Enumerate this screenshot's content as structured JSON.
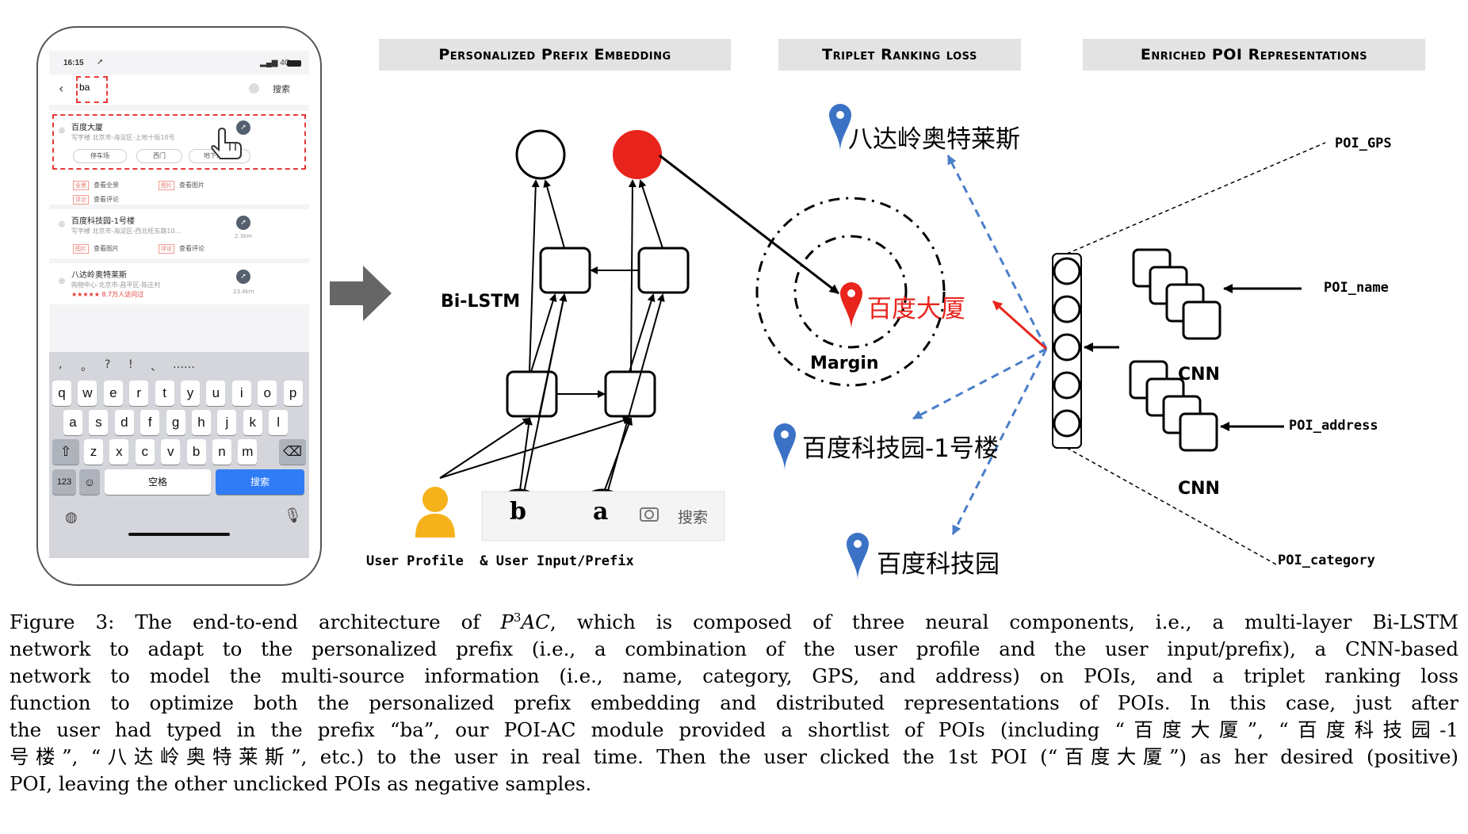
{
  "phone": {
    "status_time": "16:15",
    "status_signal": "4G",
    "search_text": "ba",
    "search_button": "搜索",
    "results": [
      {
        "title": "百度大厦",
        "subtitle": "写字楼  北京市-海淀区-上地十街10号",
        "pills": [
          "停车场",
          "西门",
          "地下停车场"
        ]
      },
      {
        "links": [
          {
            "tag": "全景",
            "label": "查看全景"
          },
          {
            "tag": "图片",
            "label": "查看图片"
          },
          {
            "tag": "评论",
            "label": "查看评论"
          }
        ]
      },
      {
        "title": "百度科技园-1号楼",
        "subtitle": "写字楼  北京市-海淀区-西北旺东路10...",
        "distance": "2.3km",
        "links": [
          {
            "tag": "图片",
            "label": "查看图片"
          },
          {
            "tag": "评论",
            "label": "查看评论"
          }
        ]
      },
      {
        "title": "八达岭奥特莱斯",
        "subtitle": "购物中心  北京市-昌平区-陈庄村",
        "rating": "★★★★★ 8.7万人访问过",
        "distance": "23.4km"
      }
    ],
    "keyboard": {
      "punctuation": [
        ",",
        "。",
        "?",
        "!",
        "、",
        "……"
      ],
      "row1": [
        "q",
        "w",
        "e",
        "r",
        "t",
        "y",
        "u",
        "i",
        "o",
        "p"
      ],
      "row2": [
        "a",
        "s",
        "d",
        "f",
        "g",
        "h",
        "j",
        "k",
        "l"
      ],
      "row3": [
        "z",
        "x",
        "c",
        "v",
        "b",
        "n",
        "m"
      ],
      "num_key": "123",
      "space_key": "空格",
      "search_key": "搜索"
    }
  },
  "sections": {
    "prefix": "Personalized Prefix Embedding",
    "triplet": "Triplet Ranking loss",
    "enriched": "Enriched POI Representations"
  },
  "bilstm": {
    "label": "Bi-LSTM",
    "input_b": "b",
    "input_a": "a",
    "search_placeholder": "搜索",
    "bottom_label": "User Profile  & User Input/Prefix"
  },
  "triplet": {
    "poi_top": "八达岭奥特莱斯",
    "poi_anchor": "百度大厦",
    "poi_neg1": "百度科技园-1号楼",
    "poi_neg2": "百度科技园",
    "margin_label": "Margin"
  },
  "enriched": {
    "gps": "POI_GPS",
    "name": "POI_name",
    "address": "POI_address",
    "category": "POI_category",
    "cnn1": "CNN",
    "cnn2": "CNN"
  },
  "caption": {
    "l1a": "Figure 3: The end-to-end architecture of ",
    "l1b": "P",
    "l1sup": "3",
    "l1c": "AC",
    "l1d": ", which is composed of three neural components, i.e., a multi-layer Bi-LSTM",
    "l2": "network to adapt to the personalized prefix (i.e., a combination of the user profile and the user input/prefix), a CNN-based",
    "l3": "network to model the multi-source information (i.e., name, category, GPS, and address) on POIs, and a triplet ranking loss",
    "l4": "function to optimize both the personalized prefix embedding and distributed representations of POIs. In this case, just after",
    "l5": "the user had typed in the prefix “ba”, our POI-AC module provided a shortlist of POIs (including “百度大厦”, “百度科技园-1",
    "l6": "号楼”, “八达岭奥特莱斯”, etc.) to the user in real time. Then the user clicked the 1st POI (“百度大厦”) as her desired (positive)",
    "l7": "POI, leaving the other unclicked POIs as negative samples."
  },
  "colors": {
    "red": "#e8241c",
    "blue_pin": "#3b72c5",
    "dashed_blue": "#4a7ec9",
    "search_key": "#2f7cf6"
  }
}
